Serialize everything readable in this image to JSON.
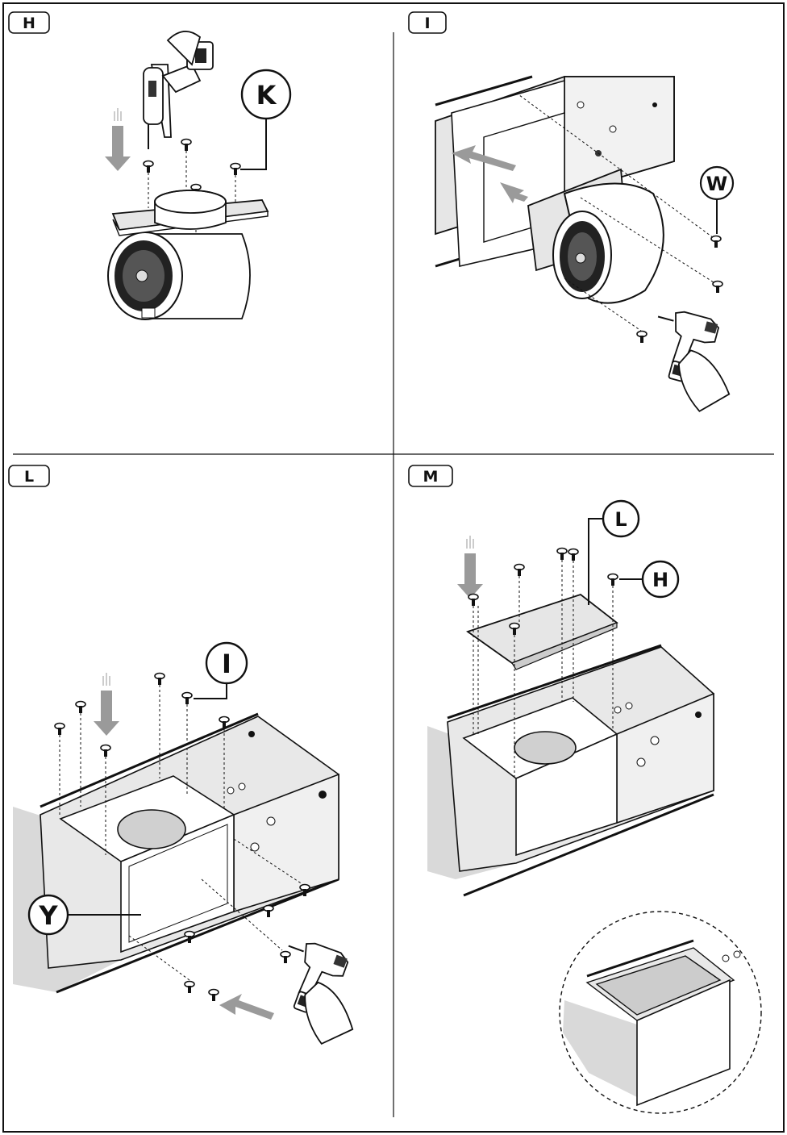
{
  "panels": [
    {
      "id": "H",
      "label": "H",
      "callouts": [
        "K"
      ]
    },
    {
      "id": "I",
      "label": "I",
      "callouts": [
        "W"
      ]
    },
    {
      "id": "L",
      "label": "L",
      "callouts": [
        "I",
        "Y"
      ]
    },
    {
      "id": "M",
      "label": "M",
      "callouts": [
        "L",
        "H"
      ]
    }
  ],
  "colors": {
    "line": "#111111",
    "panel_fill": "#e6e6e6",
    "wall": "#d9d9d9",
    "arrow": "#9a9a9a",
    "fan_dark": "#222222"
  },
  "icons": [
    "drill-icon",
    "screw-icon",
    "arrow-icon",
    "fan-motor-icon",
    "hood-body-icon"
  ]
}
